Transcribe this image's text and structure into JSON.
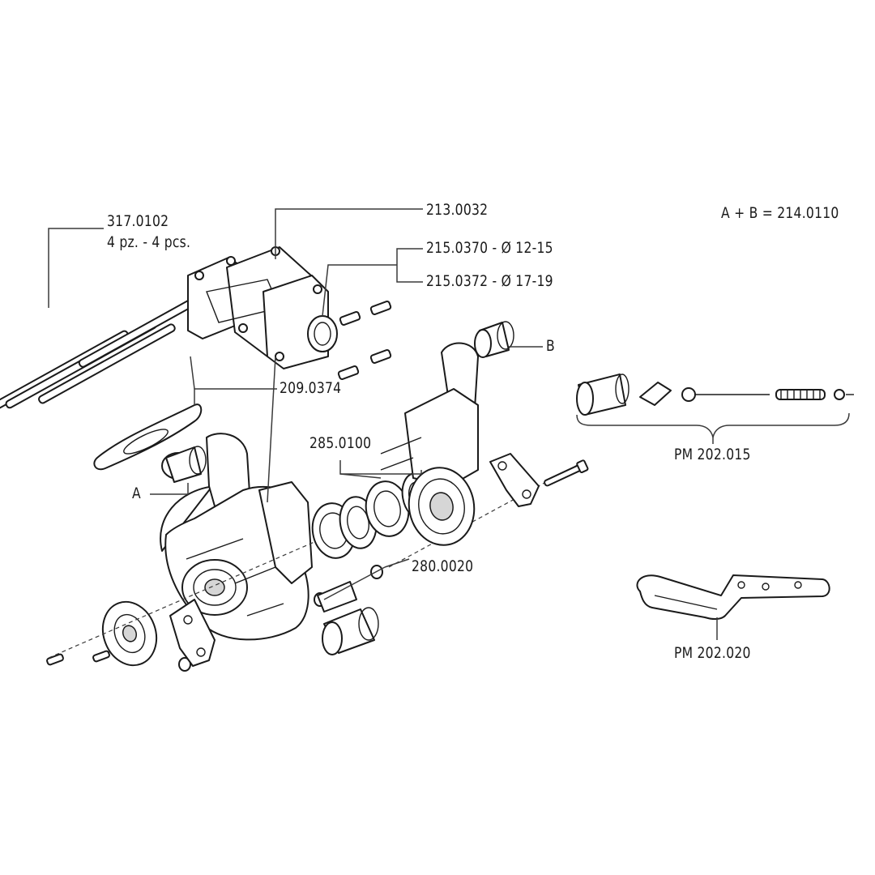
{
  "labels": {
    "studs_code": "317.0102",
    "studs_qty": "4 pz. - 4 pcs.",
    "manifold_code": "213.0032",
    "carb_adapter_small": "215.0370 - Ø 12-15",
    "carb_adapter_large": "215.0372 - Ø 17-19",
    "gasket_code": "209.0374",
    "bearing_code": "285.0100",
    "seal_code": "280.0020",
    "kit_formula": "A + B = 214.0110",
    "callout_a": "A",
    "callout_b": "B",
    "pin_kit_code": "PM 202.015",
    "linkage_code": "PM 202.020"
  }
}
